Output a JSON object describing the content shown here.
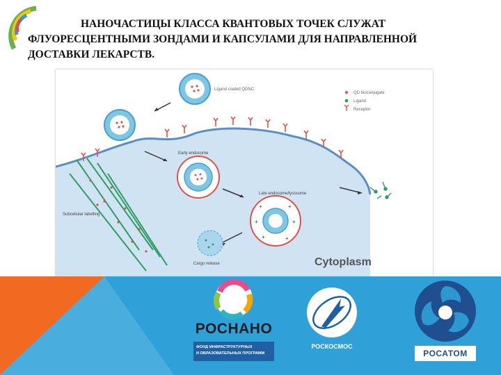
{
  "slide": {
    "title": "НАНОЧАСТИЦЫ КЛАССА КВАНТОВЫХ ТОЧЕК СЛУЖАТ ФЛУОРЕСЦЕНТНЫМИ ЗОНДАМИ И КАПСУЛАМИ ДЛЯ НАПРАВЛЕННОЙ ДОСТАВКИ ЛЕКАРСТВ."
  },
  "figure": {
    "labels": {
      "ligand_coated": "Ligand coated QDNC",
      "early_endosome": "Early endosome",
      "late_endosome": "Late endosome/lysosome",
      "subcellular": "Subcellular labelling",
      "cargo_release": "Cargo release",
      "cytoplasm": "Cytoplasm"
    },
    "legend": [
      {
        "label": "QD bioconjugate",
        "color": "#e0504a"
      },
      {
        "label": "Ligand",
        "color": "#2f9c63"
      },
      {
        "label": "Receptor",
        "color": "#e0504a"
      }
    ]
  },
  "logos": {
    "rosnano": {
      "name": "РОСНАНО",
      "sub1": "ФОНД ИНФРАСТРУКТУРНЫХ",
      "sub2": "И ОБРАЗОВАТЕЛЬНЫХ ПРОГРАММ"
    },
    "roscosmos": {
      "name": "РОСКОСМОС"
    },
    "rosatom": {
      "name": "РОСАТОМ"
    }
  },
  "colors": {
    "band_blue": "#2fa0d8",
    "band_orange": "#f26a21",
    "cell_blue": "#cfe3f3",
    "membrane": "#5b8fc1",
    "rosatom_blue": "#1f4f8f"
  }
}
